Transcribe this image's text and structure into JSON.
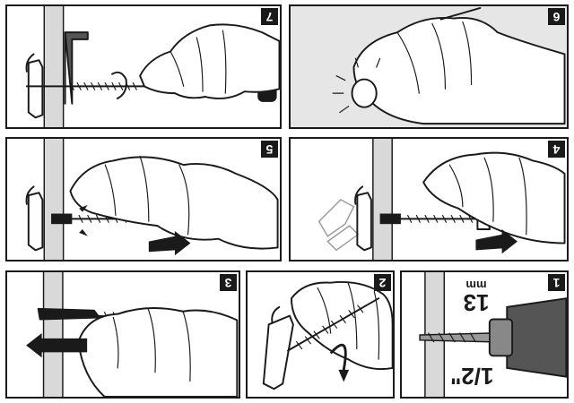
{
  "steps": [
    {
      "number": "7"
    },
    {
      "number": "6"
    },
    {
      "number": "5"
    },
    {
      "number": "4"
    },
    {
      "number": "3"
    },
    {
      "number": "2"
    },
    {
      "number": "1"
    }
  ],
  "drill": {
    "bit_size_imperial": "1/2\"",
    "bit_size_metric_value": "13",
    "bit_size_metric_unit": "mm"
  }
}
